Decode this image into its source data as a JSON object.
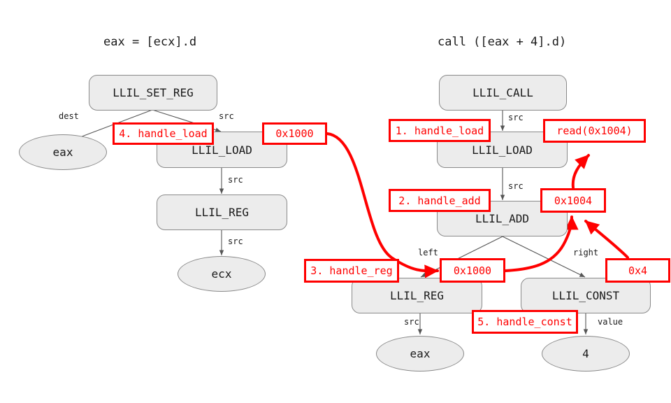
{
  "diagram": {
    "title_left": "eax = [ecx].d",
    "title_right": "call ([eax + 4].d)",
    "accent_color": "#ff0000",
    "node_fill": "#ececec",
    "node_stroke": "#8a8a8a"
  },
  "left_graph": {
    "nodes": [
      {
        "id": "l_set_reg",
        "label": "LLIL_SET_REG",
        "shape": "box"
      },
      {
        "id": "l_eax",
        "label": "eax",
        "shape": "ellipse"
      },
      {
        "id": "l_load",
        "label": "LLIL_LOAD",
        "shape": "box"
      },
      {
        "id": "l_reg",
        "label": "LLIL_REG",
        "shape": "box"
      },
      {
        "id": "l_ecx",
        "label": "ecx",
        "shape": "ellipse"
      }
    ],
    "edge_labels": [
      {
        "id": "l_e_dest",
        "label": "dest"
      },
      {
        "id": "l_e_src1",
        "label": "src"
      },
      {
        "id": "l_e_src2",
        "label": "src"
      },
      {
        "id": "l_e_src3",
        "label": "src"
      }
    ]
  },
  "right_graph": {
    "nodes": [
      {
        "id": "r_call",
        "label": "LLIL_CALL",
        "shape": "box"
      },
      {
        "id": "r_load",
        "label": "LLIL_LOAD",
        "shape": "box"
      },
      {
        "id": "r_add",
        "label": "LLIL_ADD",
        "shape": "box"
      },
      {
        "id": "r_reg",
        "label": "LLIL_REG",
        "shape": "box"
      },
      {
        "id": "r_const",
        "label": "LLIL_CONST",
        "shape": "box"
      },
      {
        "id": "r_eax",
        "label": "eax",
        "shape": "ellipse"
      },
      {
        "id": "r_four",
        "label": "4",
        "shape": "ellipse"
      }
    ],
    "edge_labels": [
      {
        "id": "r_e_src1",
        "label": "src"
      },
      {
        "id": "r_e_src2",
        "label": "src"
      },
      {
        "id": "r_e_left",
        "label": "left"
      },
      {
        "id": "r_e_right",
        "label": "right"
      },
      {
        "id": "r_e_src3",
        "label": "src"
      },
      {
        "id": "r_e_value",
        "label": "value"
      }
    ]
  },
  "annotations": [
    {
      "id": "a_handle_load_4",
      "label": "4. handle_load"
    },
    {
      "id": "a_val_0x1000_l",
      "label": "0x1000"
    },
    {
      "id": "a_handle_load_1",
      "label": "1. handle_load"
    },
    {
      "id": "a_read_0x1004",
      "label": "read(0x1004)"
    },
    {
      "id": "a_handle_add_2",
      "label": "2. handle_add"
    },
    {
      "id": "a_val_0x1004",
      "label": "0x1004"
    },
    {
      "id": "a_handle_reg_3",
      "label": "3. handle_reg"
    },
    {
      "id": "a_val_0x1000_r",
      "label": "0x1000"
    },
    {
      "id": "a_val_0x4",
      "label": "0x4"
    },
    {
      "id": "a_handle_const_5",
      "label": "5. handle_const"
    }
  ]
}
